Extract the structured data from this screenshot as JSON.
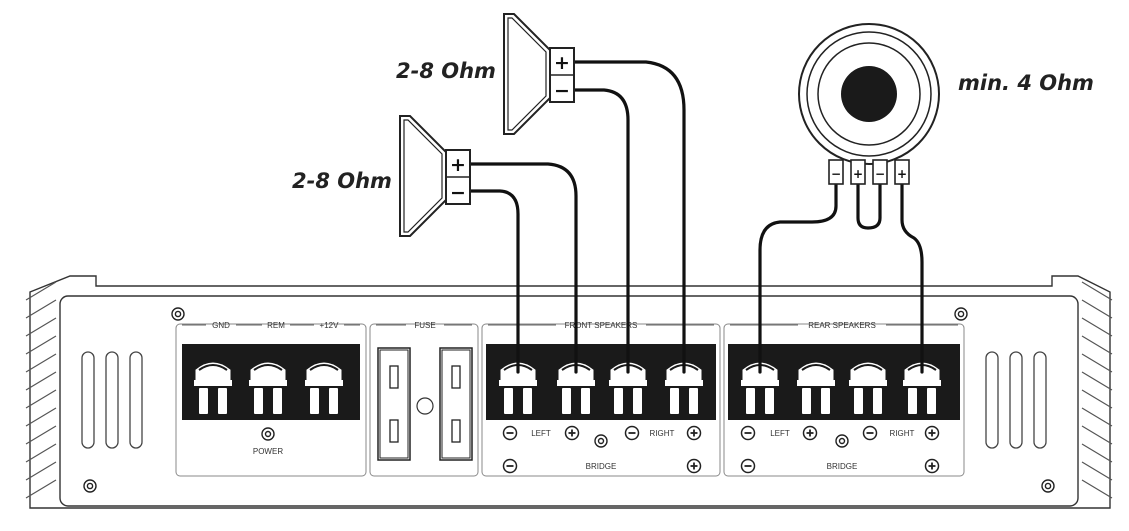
{
  "speakers": {
    "front_upper_label": "2-8 Ohm",
    "front_lower_label": "2-8 Ohm",
    "sub_label": "min. 4 Ohm"
  },
  "amp": {
    "power_group": {
      "gnd": "GND",
      "rem": "REM",
      "v12": "+12V",
      "power": "POWER"
    },
    "fuse_label": "FUSE",
    "front": {
      "title": "FRONT SPEAKERS",
      "left": "LEFT",
      "right": "RIGHT",
      "bridge": "BRIDGE"
    },
    "rear": {
      "title": "REAR SPEAKERS",
      "left": "LEFT",
      "right": "RIGHT",
      "bridge": "BRIDGE"
    }
  },
  "symbols": {
    "plus": "+",
    "minus": "−"
  }
}
